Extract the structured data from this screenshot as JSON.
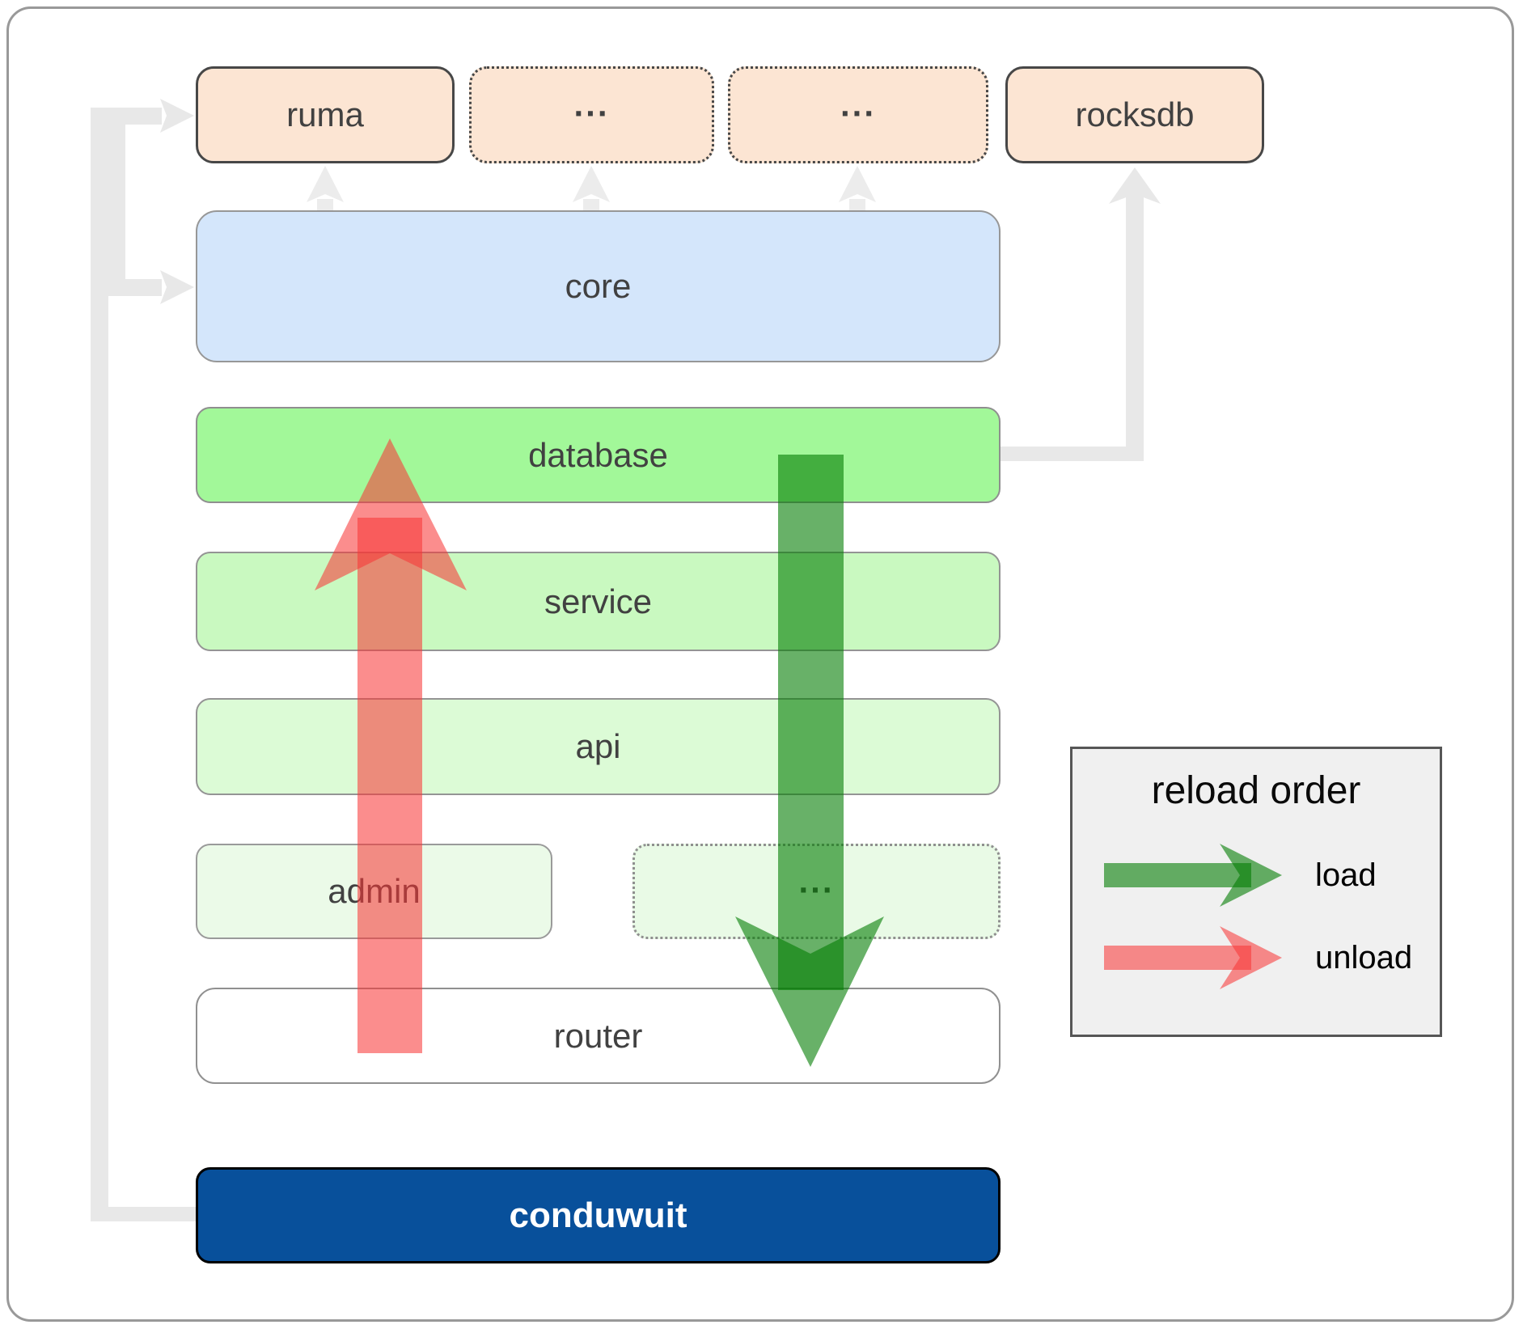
{
  "boxes": {
    "ruma": "ruma",
    "module_etc_1": "...",
    "module_etc_2": "...",
    "rocksdb": "rocksdb",
    "core": "core",
    "database": "database",
    "service": "service",
    "api": "api",
    "admin": "admin",
    "admin_etc": "...",
    "router": "router",
    "conduwuit": "conduwuit"
  },
  "legend": {
    "title": "reload order",
    "load_label": "load",
    "unload_label": "unload"
  },
  "colors": {
    "load_arrow_green": "#037d03",
    "unload_arrow_red": "#f83737",
    "connector_gray": "#e8e8e8",
    "conduwuit_bg": "#08509b",
    "database_bg": "#a2f899",
    "service_bg": "#c9f9c0",
    "api_bg": "#dcfbd6",
    "admin_bg": "#ebfae8",
    "core_bg": "#d4e6fb",
    "module_bg": "#fce5d3",
    "legend_bg": "#f0f0f0"
  }
}
